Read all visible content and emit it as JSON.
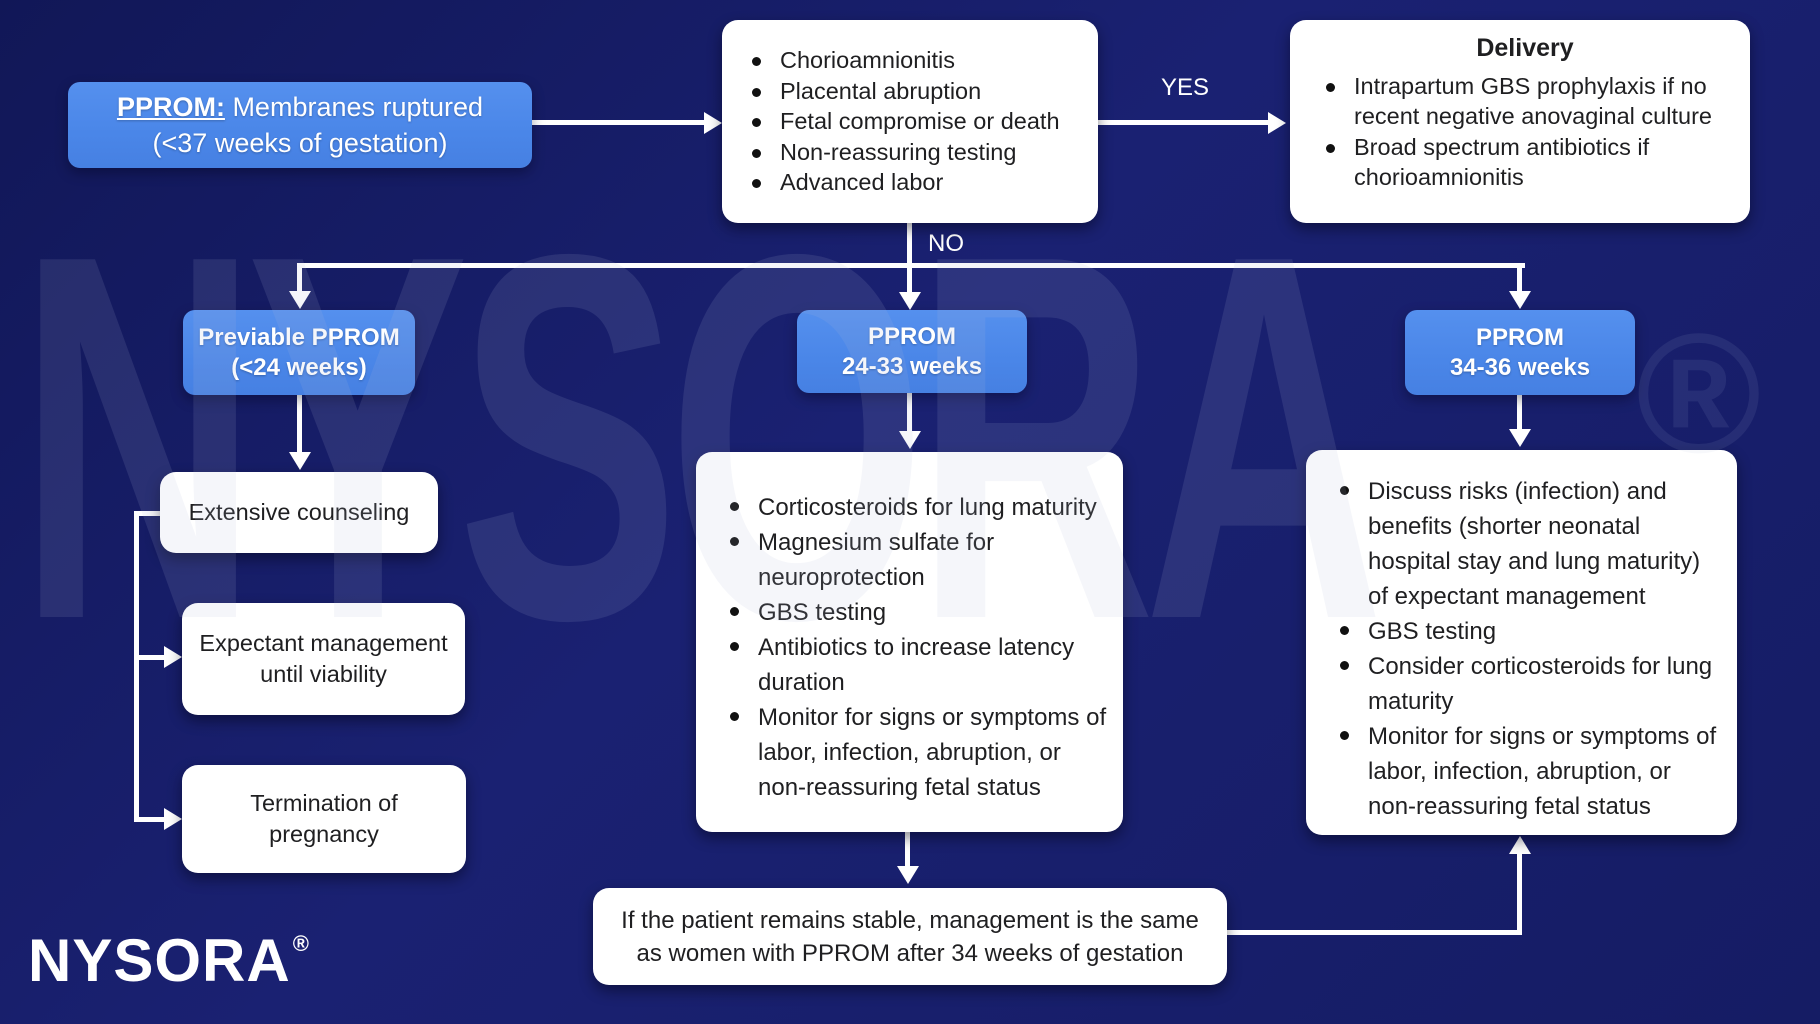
{
  "colors": {
    "background": "#1a2172",
    "node_blue": "#4a86e8",
    "node_white": "#ffffff",
    "line": "#ffffff",
    "text_dark": "#1f1f21"
  },
  "edges": {
    "yes_label": "YES",
    "no_label": "NO"
  },
  "watermark": {
    "text": "NYSORA",
    "reg": "®"
  },
  "logo": {
    "text": "NYSORA",
    "reg": "®"
  },
  "nodes": {
    "pprom": {
      "title_bold": "PPROM:",
      "title_rest": " Membranes ruptured",
      "line2": "(<37 weeks of gestation)"
    },
    "indications": {
      "items": [
        "Chorioamnionitis",
        "Placental abruption",
        "Fetal compromise or death",
        "Non-reassuring testing",
        "Advanced labor"
      ]
    },
    "delivery": {
      "title": "Delivery",
      "items": [
        "Intrapartum GBS prophylaxis if no recent negative anovaginal culture",
        "Broad spectrum antibiotics if chorioamnionitis"
      ]
    },
    "previable": {
      "line1": "Previable PPROM",
      "line2": "(<24 weeks)"
    },
    "pprom_24_33": {
      "line1": "PPROM",
      "line2": "24-33 weeks"
    },
    "pprom_34_36": {
      "line1": "PPROM",
      "line2": "34-36 weeks"
    },
    "counseling": {
      "text": "Extensive counseling"
    },
    "expectant": {
      "text": "Expectant management until viability"
    },
    "termination": {
      "text": "Termination of pregnancy"
    },
    "management_24_33": {
      "items": [
        "Corticosteroids for lung maturity",
        "Magnesium sulfate for neuroprotection",
        "GBS testing",
        "Antibiotics to increase latency duration",
        "Monitor for signs or symptoms of labor, infection, abruption, or non-reassuring fetal status"
      ]
    },
    "management_34_36": {
      "items": [
        "Discuss risks (infection) and benefits (shorter neonatal hospital stay and lung maturity) of expectant management",
        "GBS testing",
        "Consider corticosteroids for lung maturity",
        "Monitor for signs or symptoms of labor, infection, abruption, or non-reassuring fetal status"
      ]
    },
    "stable": {
      "text": "If the patient remains stable, management is the same as women with PPROM after 34 weeks of gestation"
    }
  }
}
